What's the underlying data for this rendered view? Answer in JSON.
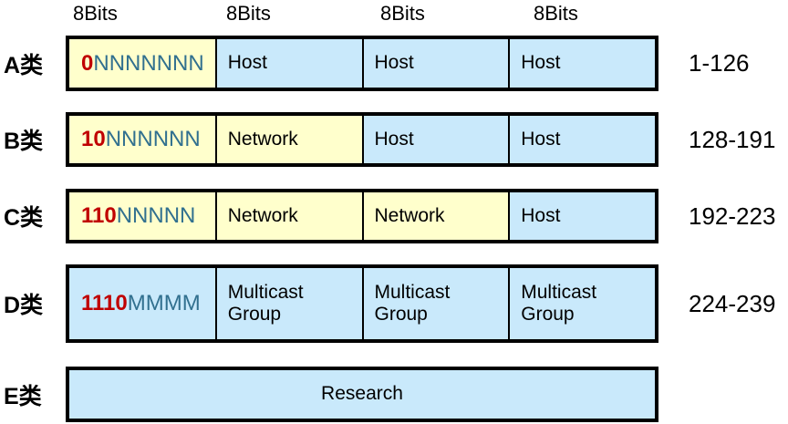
{
  "header": {
    "bit_labels": [
      "8Bits",
      "8Bits",
      "8Bits",
      "8Bits"
    ]
  },
  "rows": [
    {
      "class_label": "A类",
      "bits": {
        "prefix": "0",
        "suffix": "NNNNNNN"
      },
      "fields": [
        "Host",
        "Host",
        "Host"
      ],
      "range": "1-126"
    },
    {
      "class_label": "B类",
      "bits": {
        "prefix": "10",
        "suffix": "NNNNNN"
      },
      "fields": [
        "Network",
        "Host",
        "Host"
      ],
      "range": "128-191"
    },
    {
      "class_label": "C类",
      "bits": {
        "prefix": "110",
        "suffix": "NNNNN"
      },
      "fields": [
        "Network",
        "Network",
        "Host"
      ],
      "range": "192-223"
    },
    {
      "class_label": "D类",
      "bits": {
        "prefix": "1110",
        "suffix": "MMMM"
      },
      "fields": [
        "Multicast Group",
        "Multicast Group",
        "Multicast Group"
      ],
      "range": "224-239"
    },
    {
      "class_label": "E类",
      "fields": [
        "Research"
      ],
      "range": ""
    }
  ],
  "colors": {
    "yellow_fill": "#FFFFCC",
    "blue_fill": "#C9E9FB",
    "bit_prefix_red": "#C00000",
    "bit_letter_teal": "#31708F",
    "border_black": "#000000"
  }
}
